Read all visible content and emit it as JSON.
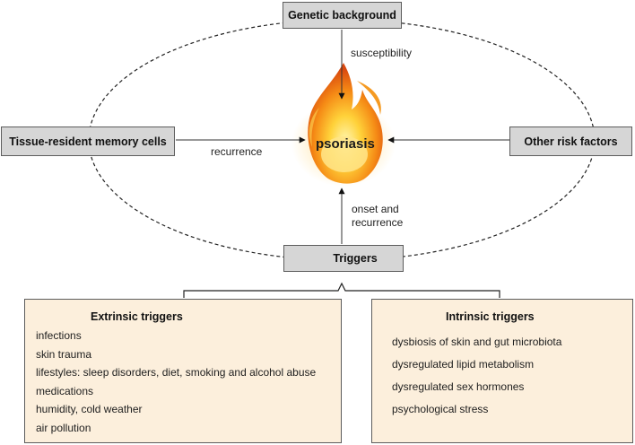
{
  "nodes": {
    "genetic": "Genetic background",
    "trm": "Tissue-resident memory cells",
    "other": "Other risk factors",
    "triggers": "Triggers",
    "center": "psoriasis"
  },
  "edge_labels": {
    "susceptibility": "susceptibility",
    "recurrence": "recurrence",
    "onset_line1": "onset and",
    "onset_line2": "recurrence"
  },
  "extrinsic": {
    "title": "Extrinsic triggers",
    "items": [
      "infections",
      "skin trauma",
      "lifestyles: sleep disorders, diet, smoking and alcohol abuse",
      "medications",
      "humidity, cold weather",
      "air pollution"
    ]
  },
  "intrinsic": {
    "title": "Intrinsic triggers",
    "items": [
      "dysbiosis of skin and gut microbiota",
      "dysregulated lipid metabolism",
      "dysregulated sex hormones",
      "psychological stress"
    ]
  },
  "icons": {
    "center": "flame-icon",
    "triggers": "match-icon"
  },
  "colors": {
    "node_fill": "#d6d6d6",
    "panel_fill": "#fcefdc",
    "flame_outer": "#f08a1c",
    "flame_inner": "#ffe06a"
  }
}
